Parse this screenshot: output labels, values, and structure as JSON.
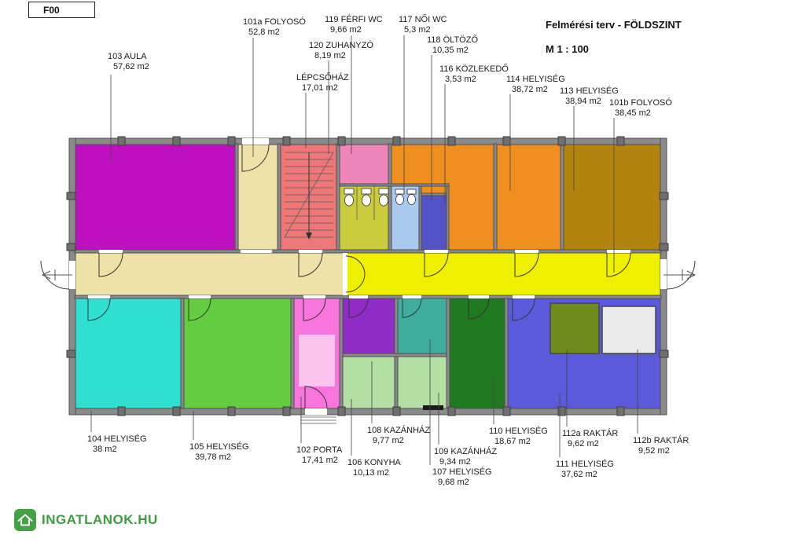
{
  "meta": {
    "sheet_code": "F00",
    "title": "Felmérési terv - FÖLDSZINT",
    "scale": "M 1 : 100"
  },
  "logo": {
    "text": "INGATLANOK.HU"
  },
  "colors": {
    "aula": "#bf10bf",
    "corridor_a": "#efe2a8",
    "corridor_b": "#efef00",
    "stair": "#ee7878",
    "wc_men": "#ee85bb",
    "stalls": "#cbcb3e",
    "wc_women": "#a9c9ef",
    "dressing": "#5353c6",
    "room_orange": "#ef8f1f",
    "room_gold": "#b2830e",
    "room_cyan": "#2fdfcf",
    "room_green": "#63cc41",
    "porta_dark": "#f775dd",
    "porta_light": "#fcc3ef",
    "room_violet": "#8f2cc6",
    "room_palegreen": "#b4dfa4",
    "room_teal": "#3fae9e",
    "room_darkgreen": "#1f7a1f",
    "room_blue": "#5a5ada",
    "room_olive": "#6e8c1e",
    "room_gray": "#e9e9e9",
    "logo_green": "#44a244"
  },
  "labels": [
    {
      "name": "103 AULA",
      "area": "57,62 m2"
    },
    {
      "name": "101a FOLYOSÓ",
      "area": "52,8 m2"
    },
    {
      "name": "120 ZUHANYZÓ",
      "area": "8,19 m2"
    },
    {
      "name": "LÉPCSŐHÁZ",
      "area": "17,01 m2"
    },
    {
      "name": "119 FÉRFI WC",
      "area": "9,66 m2"
    },
    {
      "name": "117 NŐI WC",
      "area": "5,3 m2"
    },
    {
      "name": "118 ÖLTÖZŐ",
      "area": "10,35 m2"
    },
    {
      "name": "116 KÖZLEKEDŐ",
      "area": "3,53 m2"
    },
    {
      "name": "114 HELYISÉG",
      "area": "38,72 m2"
    },
    {
      "name": "113 HELYISÉG",
      "area": "38,94 m2"
    },
    {
      "name": "101b FOLYOSÓ",
      "area": "38,45 m2"
    },
    {
      "name": "104 HELYISÉG",
      "area": "38 m2"
    },
    {
      "name": "105 HELYISÉG",
      "area": "39,78 m2"
    },
    {
      "name": "102 PORTA",
      "area": "17,41 m2"
    },
    {
      "name": "106 KONYHA",
      "area": "10,13 m2"
    },
    {
      "name": "108 KAZÁNHÁZ",
      "area": "9,77 m2"
    },
    {
      "name": "109 KAZÁNHÁZ",
      "area": "9,34 m2"
    },
    {
      "name": "107 HELYISÉG",
      "area": "9,68 m2"
    },
    {
      "name": "110 HELYISÉG",
      "area": "18,67 m2"
    },
    {
      "name": "112a RAKTÁR",
      "area": "9,62 m2"
    },
    {
      "name": "111 HELYISÉG",
      "area": "37,62 m2"
    },
    {
      "name": "112b RAKTÁR",
      "area": "9,52 m2"
    }
  ]
}
